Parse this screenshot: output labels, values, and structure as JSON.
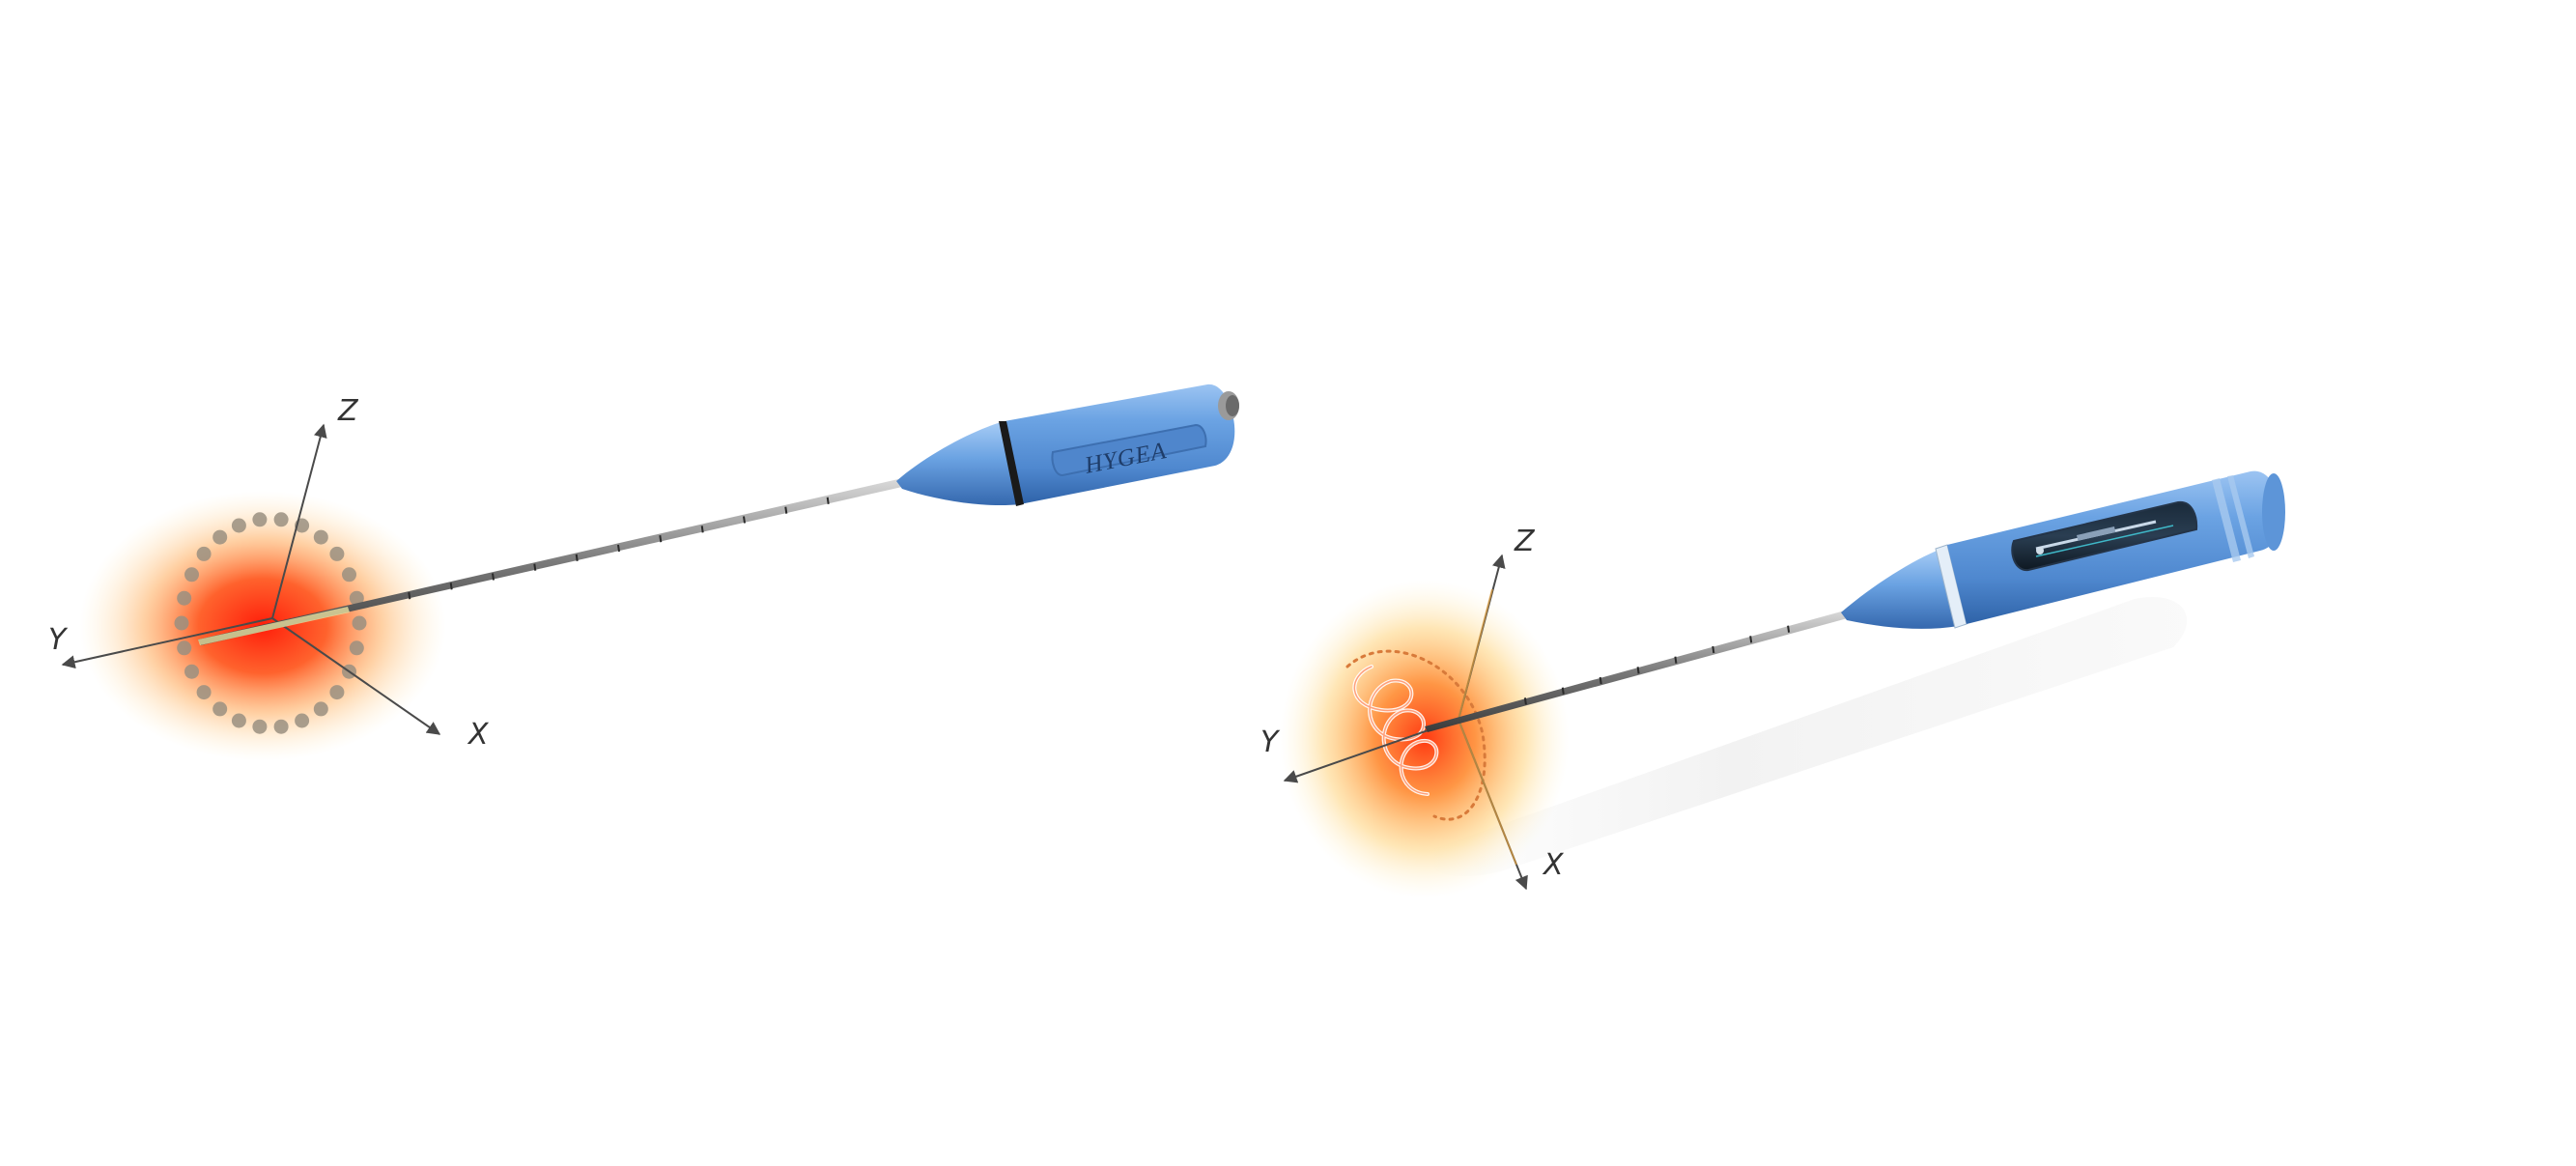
{
  "left_probe": {
    "brand_text": "HYGEA",
    "axes": {
      "z": "Z",
      "y": "Y",
      "x": "X"
    }
  },
  "right_probe": {
    "axes": {
      "z": "Z",
      "y": "Y",
      "x": "X"
    }
  },
  "colors": {
    "probe_body": "#5b93d6",
    "probe_highlight": "#a9cdf5",
    "probe_shadow": "#2f63a8",
    "heat_core": "#ff2a10",
    "heat_mid": "#ff9a3c",
    "heat_edge": "#ffe7a0",
    "axis_line": "#4a4a4a",
    "dotted_ring": "#9a8f80"
  }
}
